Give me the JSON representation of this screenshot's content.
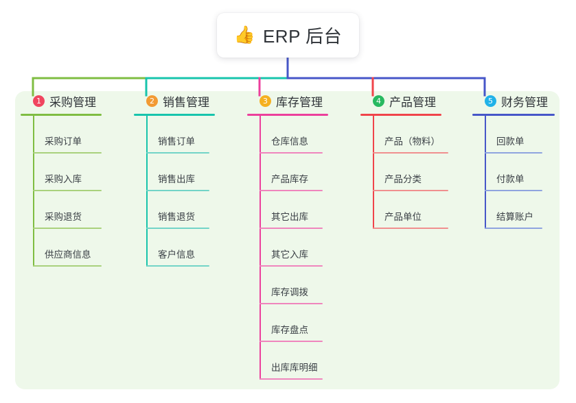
{
  "diagram": {
    "type": "mind-map",
    "background_color": "#ffffff",
    "panel_color": "#eef8ea",
    "root": {
      "icon": "thumbs-up-icon",
      "emoji": "👍",
      "title": "ERP 后台"
    },
    "trunk_color": "#4656c8",
    "branches": [
      {
        "index": "1",
        "title": "采购管理",
        "badge_color": "#f0455f",
        "line_color": "#7fbd42",
        "leaf_color": "#a9d17c",
        "children": [
          "采购订单",
          "采购入库",
          "采购退货",
          "供应商信息"
        ]
      },
      {
        "index": "2",
        "title": "销售管理",
        "badge_color": "#f29a33",
        "line_color": "#17c4ac",
        "leaf_color": "#72d4c7",
        "children": [
          "销售订单",
          "销售出库",
          "销售退货",
          "客户信息"
        ]
      },
      {
        "index": "3",
        "title": "库存管理",
        "badge_color": "#f5b020",
        "line_color": "#ec3f9c",
        "leaf_color": "#ef85bd",
        "children": [
          "仓库信息",
          "产品库存",
          "其它出库",
          "其它入库",
          "库存调拨",
          "库存盘点",
          "出库库明细"
        ]
      },
      {
        "index": "4",
        "title": "产品管理",
        "badge_color": "#27b960",
        "line_color": "#f0444a",
        "leaf_color": "#f08f8e",
        "children": [
          "产品（物料）",
          "产品分类",
          "产品单位"
        ]
      },
      {
        "index": "5",
        "title": "财务管理",
        "badge_color": "#21b2e8",
        "line_color": "#4656c8",
        "leaf_color": "#8fa4df",
        "children": [
          "回款单",
          "付款单",
          "结算账户"
        ]
      }
    ]
  }
}
